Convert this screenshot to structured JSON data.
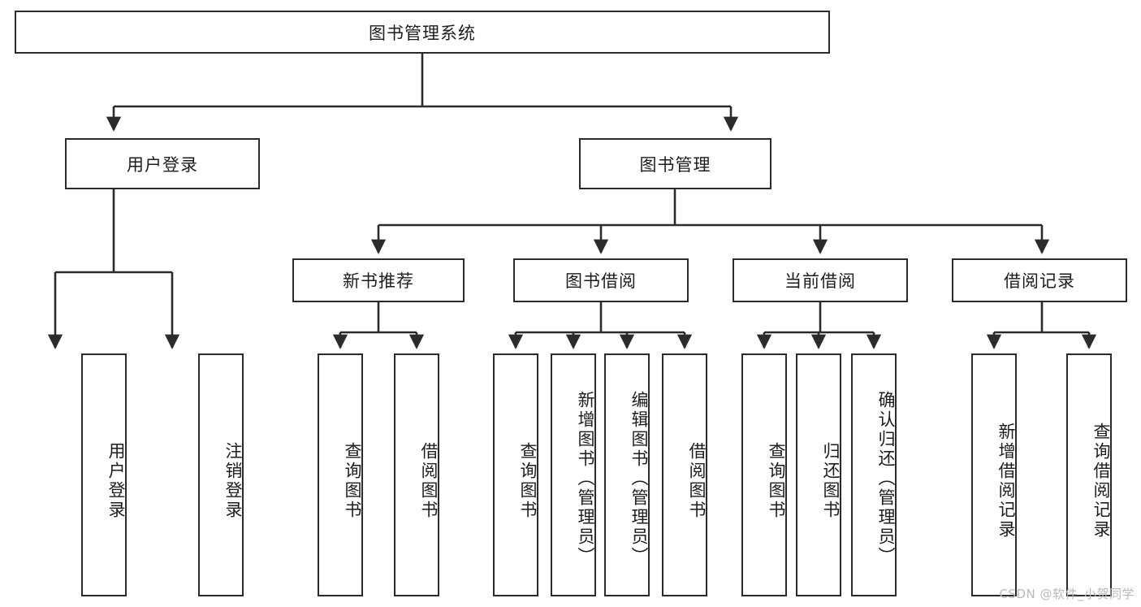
{
  "diagram": {
    "title": "图书管理系统",
    "type": "tree-hierarchy",
    "watermark": "CSDN @软件_小贺同学",
    "colors": {
      "background": "#ffffff",
      "box_border": "#2b2b2b",
      "box_fill": "#ffffff",
      "connector": "#2b2b2b",
      "text": "#1d1d1d",
      "watermark": "#b9b9b9"
    },
    "root": {
      "id": "root",
      "label": "图书管理系统"
    },
    "level2": [
      {
        "id": "user-login",
        "label": "用户登录"
      },
      {
        "id": "book-manage",
        "label": "图书管理"
      }
    ],
    "level3": [
      {
        "id": "new-book-rec",
        "label": "新书推荐"
      },
      {
        "id": "book-borrow",
        "label": "图书借阅"
      },
      {
        "id": "current-borrow",
        "label": "当前借阅"
      },
      {
        "id": "borrow-record",
        "label": "借阅记录"
      }
    ],
    "leaves": {
      "user_login": [
        {
          "id": "leaf-user-login",
          "label": "用户登录"
        },
        {
          "id": "leaf-logout-login",
          "label": "注销登录"
        }
      ],
      "new_book_rec": [
        {
          "id": "leaf-query-book-1",
          "label": "查询图书"
        },
        {
          "id": "leaf-borrow-book-1",
          "label": "借阅图书"
        }
      ],
      "book_borrow": [
        {
          "id": "leaf-query-book-2",
          "label": "查询图书"
        },
        {
          "id": "leaf-add-book",
          "label": "新增图书（管理员）"
        },
        {
          "id": "leaf-edit-book",
          "label": "编辑图书（管理员）"
        },
        {
          "id": "leaf-borrow-book-2",
          "label": "借阅图书"
        }
      ],
      "current_borrow": [
        {
          "id": "leaf-query-book-3",
          "label": "查询图书"
        },
        {
          "id": "leaf-return-book",
          "label": "归还图书"
        },
        {
          "id": "leaf-confirm-return",
          "label": "确认归还（管理员）"
        }
      ],
      "borrow_record": [
        {
          "id": "leaf-add-record",
          "label": "新增借阅记录"
        },
        {
          "id": "leaf-query-record",
          "label": "查询借阅记录"
        }
      ]
    }
  }
}
